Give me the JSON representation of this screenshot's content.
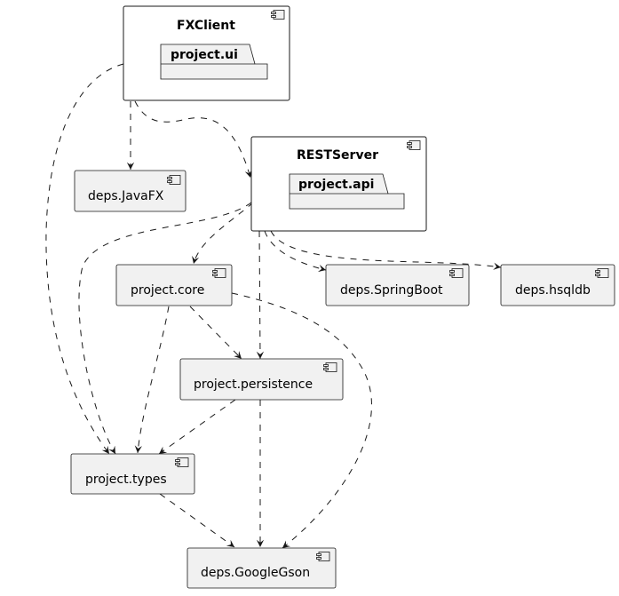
{
  "diagram": {
    "components": {
      "fxclient": "FXClient",
      "restserver": "RESTServer",
      "javafx": "deps.JavaFX",
      "core": "project.core",
      "springboot": "deps.SpringBoot",
      "hsqldb": "deps.hsqldb",
      "persistence": "project.persistence",
      "types": "project.types",
      "gson": "deps.GoogleGson"
    },
    "packages": {
      "ui": "project.ui",
      "api": "project.api"
    },
    "dependencies": [
      {
        "from": "FXClient",
        "to": "deps.JavaFX"
      },
      {
        "from": "FXClient",
        "to": "RESTServer"
      },
      {
        "from": "FXClient",
        "to": "project.types"
      },
      {
        "from": "RESTServer",
        "to": "project.core"
      },
      {
        "from": "RESTServer",
        "to": "project.types"
      },
      {
        "from": "RESTServer",
        "to": "project.persistence"
      },
      {
        "from": "RESTServer",
        "to": "deps.SpringBoot"
      },
      {
        "from": "RESTServer",
        "to": "deps.hsqldb"
      },
      {
        "from": "project.core",
        "to": "project.persistence"
      },
      {
        "from": "project.core",
        "to": "project.types"
      },
      {
        "from": "project.core",
        "to": "deps.GoogleGson"
      },
      {
        "from": "project.persistence",
        "to": "project.types"
      },
      {
        "from": "project.persistence",
        "to": "deps.GoogleGson"
      },
      {
        "from": "project.types",
        "to": "deps.GoogleGson"
      }
    ],
    "colors": {
      "node_fill": "#f1f1f1",
      "container_fill": "#ffffff",
      "stroke": "#181818"
    }
  }
}
